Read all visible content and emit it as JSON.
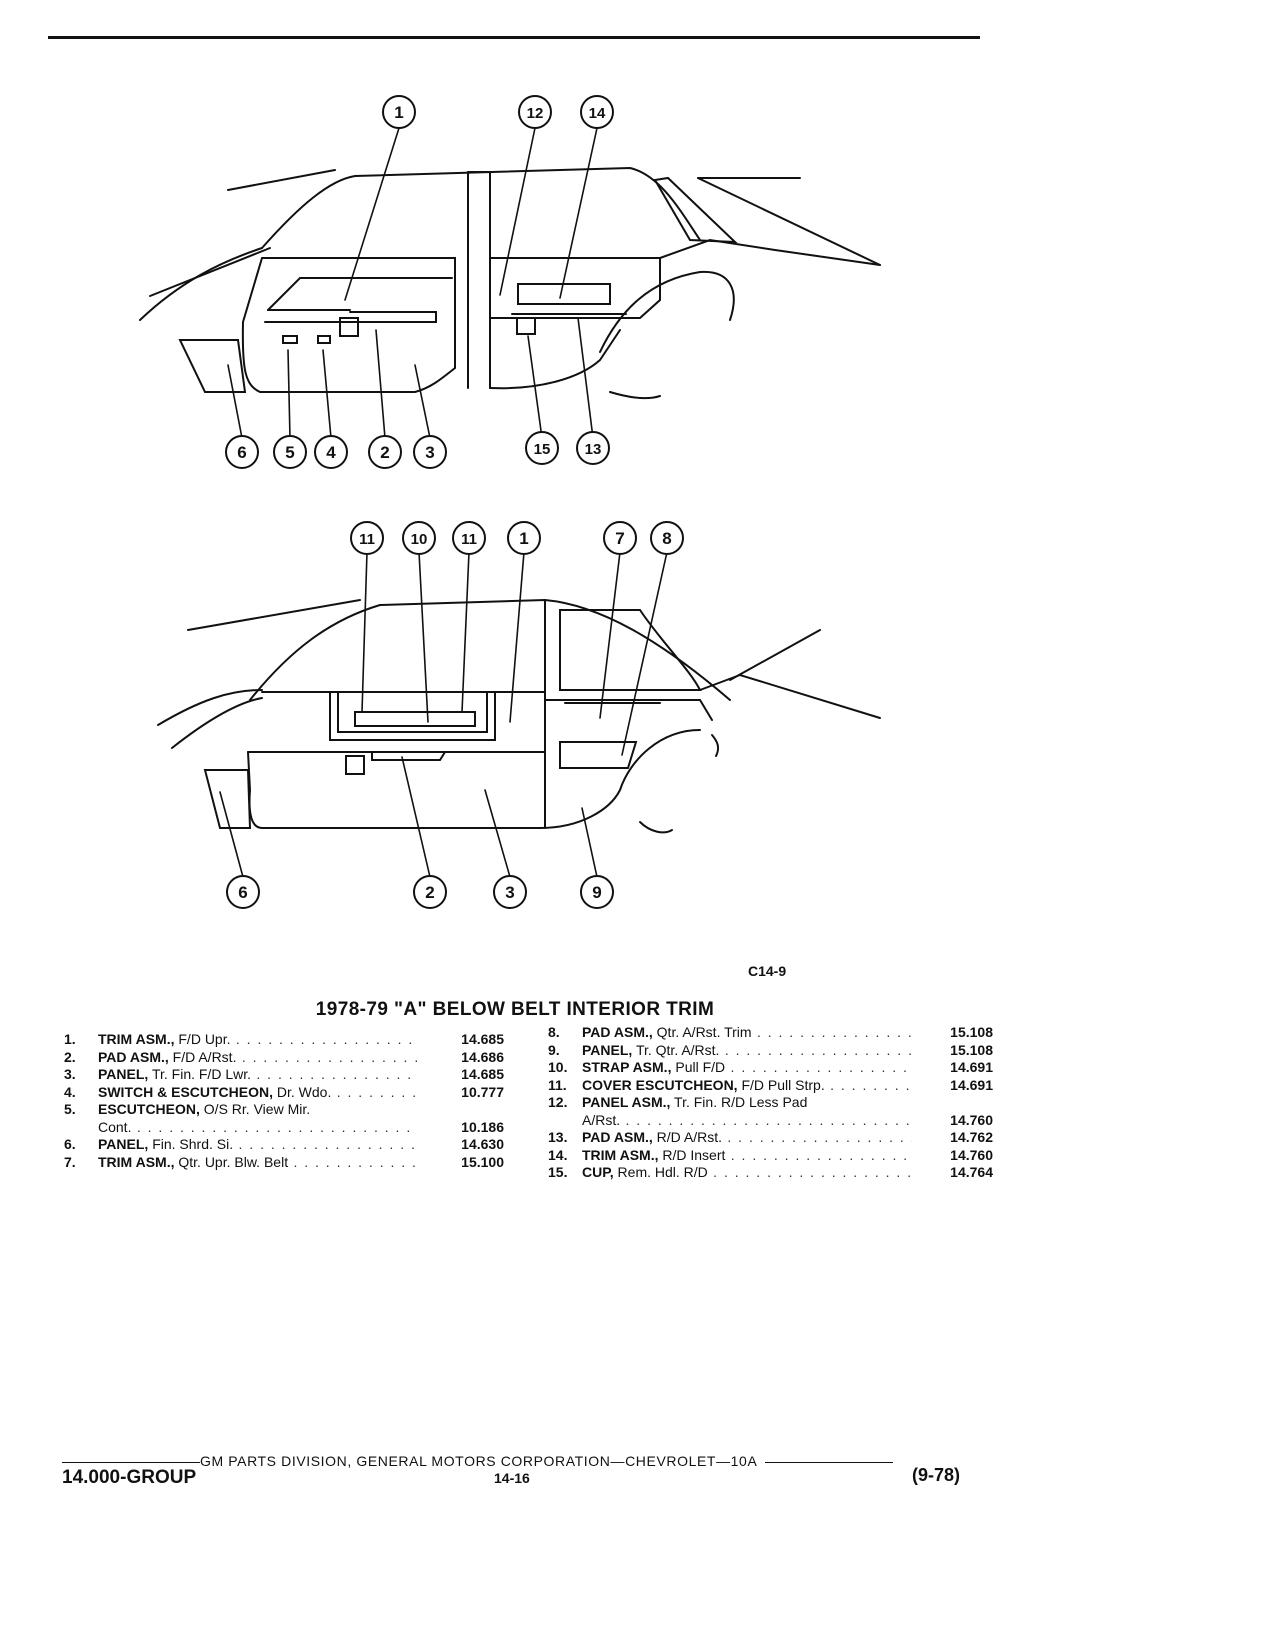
{
  "figure": {
    "code": "C14-9",
    "top_callouts": [
      "1",
      "12",
      "14",
      "6",
      "5",
      "4",
      "2",
      "3",
      "15",
      "13"
    ],
    "bottom_callouts": [
      "11",
      "10",
      "11",
      "1",
      "7",
      "8",
      "6",
      "2",
      "3",
      "9"
    ]
  },
  "title": "1978-79 \"A\" BELOW BELT INTERIOR TRIM",
  "parts_left": [
    {
      "num": "1.",
      "name": "TRIM ASM.,",
      "desc": "F/D Upr.",
      "code": "14.685"
    },
    {
      "num": "2.",
      "name": "PAD ASM.,",
      "desc": "F/D A/Rst.",
      "code": "14.686"
    },
    {
      "num": "3.",
      "name": "PANEL,",
      "desc": "Tr. Fin. F/D Lwr.",
      "code": "14.685"
    },
    {
      "num": "4.",
      "name": "SWITCH & ESCUTCHEON,",
      "desc": "Dr. Wdo.",
      "code": "10.777"
    },
    {
      "num": "5.",
      "name": "ESCUTCHEON,",
      "desc": "O/S Rr. View Mir.",
      "code": ""
    },
    {
      "num": "",
      "name": "",
      "desc": "Cont.",
      "code": "10.186"
    },
    {
      "num": "6.",
      "name": "PANEL,",
      "desc": "Fin. Shrd. Si.",
      "code": "14.630"
    },
    {
      "num": "7.",
      "name": "TRIM ASM.,",
      "desc": "Qtr. Upr. Blw. Belt",
      "code": "15.100"
    }
  ],
  "parts_right": [
    {
      "num": "8.",
      "name": "PAD ASM.,",
      "desc": "Qtr. A/Rst. Trim",
      "code": "15.108"
    },
    {
      "num": "9.",
      "name": "PANEL,",
      "desc": "Tr. Qtr. A/Rst.",
      "code": "15.108"
    },
    {
      "num": "10.",
      "name": "STRAP ASM.,",
      "desc": "Pull F/D",
      "code": "14.691"
    },
    {
      "num": "11.",
      "name": "COVER ESCUTCHEON,",
      "desc": "F/D Pull Strp.",
      "code": "14.691"
    },
    {
      "num": "12.",
      "name": "PANEL ASM.,",
      "desc": "Tr. Fin. R/D Less Pad",
      "code": ""
    },
    {
      "num": "",
      "name": "",
      "desc": "A/Rst.",
      "code": "14.760"
    },
    {
      "num": "13.",
      "name": "PAD ASM.,",
      "desc": "R/D A/Rst.",
      "code": "14.762"
    },
    {
      "num": "14.",
      "name": "TRIM ASM.,",
      "desc": "R/D Insert",
      "code": "14.760"
    },
    {
      "num": "15.",
      "name": "CUP,",
      "desc": "Rem. Hdl. R/D",
      "code": "14.764"
    }
  ],
  "footer": {
    "division": "GM PARTS DIVISION, GENERAL MOTORS CORPORATION—CHEVROLET—10A",
    "group": "14.000-GROUP",
    "page": "14-16",
    "date": "(9-78)"
  }
}
